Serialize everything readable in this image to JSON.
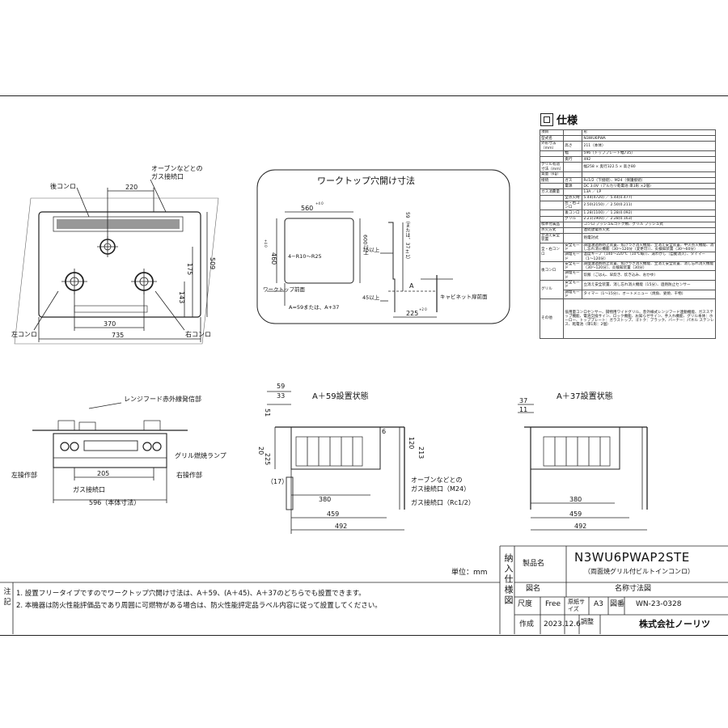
{
  "plan_view": {
    "labels": {
      "oven_gas": "オーブンなどとの",
      "gas_inlet": "ガス接続口",
      "rear_burner": "後コンロ",
      "left_burner": "左コンロ",
      "right_burner": "右コンロ",
      "dim_220": "220",
      "dim_175": "175",
      "dim_509": "509",
      "dim_143": "143",
      "dim_370": "370",
      "dim_735": "735"
    }
  },
  "cutout": {
    "title": "ワークトップ穴開け寸法",
    "dim_560": "560",
    "dim_560_tol": "+4 0",
    "dim_460": "460",
    "dim_460_tol": "+4 0",
    "corner_radius": "4−R10〜R25",
    "min_600": "600以上",
    "min_15": "15以上",
    "min_45": "45以上",
    "worktop_front": "ワークトップ前面",
    "a_values": "A=59または、A+37",
    "vert_dim": "59（または、37±1）",
    "cabinet_front": "キャビネット扉前面",
    "dim_225": "225",
    "dim_225_tol": "+2 0",
    "a_mark": "A"
  },
  "front_view": {
    "hood_sensor": "レンジフード赤外線発信部",
    "grill_lamp": "グリル燃焼ランプ",
    "left_control": "左操作部",
    "right_control": "右操作部",
    "dim_205": "205",
    "gas_inlet": "ガス接続口",
    "dim_596": "596（本体寸法）"
  },
  "side_a59": {
    "title": "A＋59設置状態",
    "dim_59": "59",
    "dim_33": "33",
    "dim_51": "51",
    "dim_225": "225",
    "dim_20": "20",
    "dim_17": "（17）",
    "dim_120": "120",
    "dim_213": "213",
    "dim_380": "380",
    "dim_459": "459",
    "dim_492": "492",
    "oven_gas": "オーブンなどとの",
    "gas_m24": "ガス接続口（M24）",
    "gas_rc": "ガス接続口（Rc1/2）",
    "dim_6": "6"
  },
  "side_a37": {
    "title": "A＋37設置状態",
    "dim_37": "37",
    "dim_11": "11",
    "dim_380": "380",
    "dim_459": "459",
    "dim_492": "492"
  },
  "spec": {
    "title": "仕様",
    "rows": [
      [
        "項目",
        "",
        "形"
      ],
      [
        "型式名",
        "",
        "N3WU6PWA"
      ],
      [
        "外形寸法（mm）",
        "高さ",
        "211（本体）"
      ],
      [
        "",
        "幅",
        "596（トッププレート幅735）"
      ],
      [
        "",
        "奥行",
        "492"
      ],
      [
        "グリル有効寸法（mm）",
        "",
        "幅258 × 奥行322.5 × 高さ80"
      ],
      [
        "質量（kg）",
        "",
        ""
      ],
      [
        "接続",
        "ガス",
        "Rc1/2（下接続）、M24（保護接続）"
      ],
      [
        "",
        "電源",
        "DC 3.0V（アルカリ乾電池 単1形 ×2個）"
      ],
      [
        "ガス消費量",
        "",
        "13A ／ LP"
      ],
      [
        "",
        "全点火時",
        "5.44(4720) ／ 5.44(0.477)"
      ],
      [
        "",
        "左・右コンロ",
        "2.50(2150) ／ 2.50(0.211)"
      ],
      [
        "",
        "後コンロ",
        "1.28(1100) ／ 1.28(0.092)"
      ],
      [
        "",
        "グリル",
        "2.21(1900) ／ 2.28(0.163)"
      ],
      [
        "標準付属品",
        "",
        "コンロ ブッシュ&ゴトク類、グリル ブッシュ式"
      ],
      [
        "点火方式",
        "",
        "連続放電点火式"
      ],
      [
        "立消え安全装置",
        "",
        "熱電対式"
      ]
    ],
    "safety_label": "全・右コンロ",
    "safety_rows": [
      [
        "安全モード",
        "調理油過熱防止装置、焦げつき消火機能、立消え安全装置、中火点火機能、消し忘れ消火機能（30〜120分（変更可））、炎検知装置（30〜60分）"
      ],
      [
        "調理モード",
        "温度キープ（140〜220℃（10℃毎））、湯わかし（自動消火）、タイマー（1〜120分）"
      ]
    ],
    "rear_label": "後コンロ",
    "rear_rows": [
      [
        "安全モード",
        "調理油過熱防止装置、焦げつき消火機能、立消え安全装置、消し忘れ消火機能（30〜120分）、炎検知装置（30分）"
      ],
      [
        "調理モード",
        "炊飯（ごはん、早炊き、炊き込み、おかゆ）"
      ]
    ],
    "grill_label": "グリル",
    "grill_rows": [
      [
        "安全モード",
        "立消え安全装置、消し忘れ消火機能（15分）、過熱防止センサー"
      ],
      [
        "調理モード",
        "タイマー（1〜15分）、オートメニュー（焼魚、姿焼、干物）"
      ]
    ],
    "other_label": "その他",
    "other_text": "低用量コンロセンサー、揚物用ワイドグリル、赤外線式レンジフード連動機能、ガスステップ機能、電池交換サイン、ロック機能、お知らせサイン、手入れ機能、グリル本体：ホーロー、トッププレート：ガラストップ、ゴトク：ブラック、バーナー：パネル ステンレス、乾電池（単1形：2個）"
  },
  "notes": {
    "side_label": "注記",
    "lines": [
      "1. 設置フリータイプですのでワークトップ穴開け寸法は、A＋59、(A＋45)、A＋37のどちらでも設置できます。",
      "2. 本機器は防火性能評価品であり周囲に可燃物がある場合は、防火性能評定品ラベル内容に従って設置してください。"
    ]
  },
  "title_block": {
    "unit": "単位：mm",
    "vertical_label": "納入仕様図",
    "product_name_label": "製品名",
    "product_name": "N3WU6PWAP2STE",
    "product_sub": "（両面焼グリル付ビルトインコンロ）",
    "drawing_name_label": "図名",
    "drawing_name": "名称寸法図",
    "scale_label": "尺度",
    "scale": "Free",
    "size_label": "原紙サイズ",
    "size": "A3",
    "number_label": "図番",
    "number": "WN-23-0328",
    "date_label": "作成",
    "date": "2023.12.6",
    "check_label": "調整",
    "company": "株式会社ノーリツ"
  }
}
